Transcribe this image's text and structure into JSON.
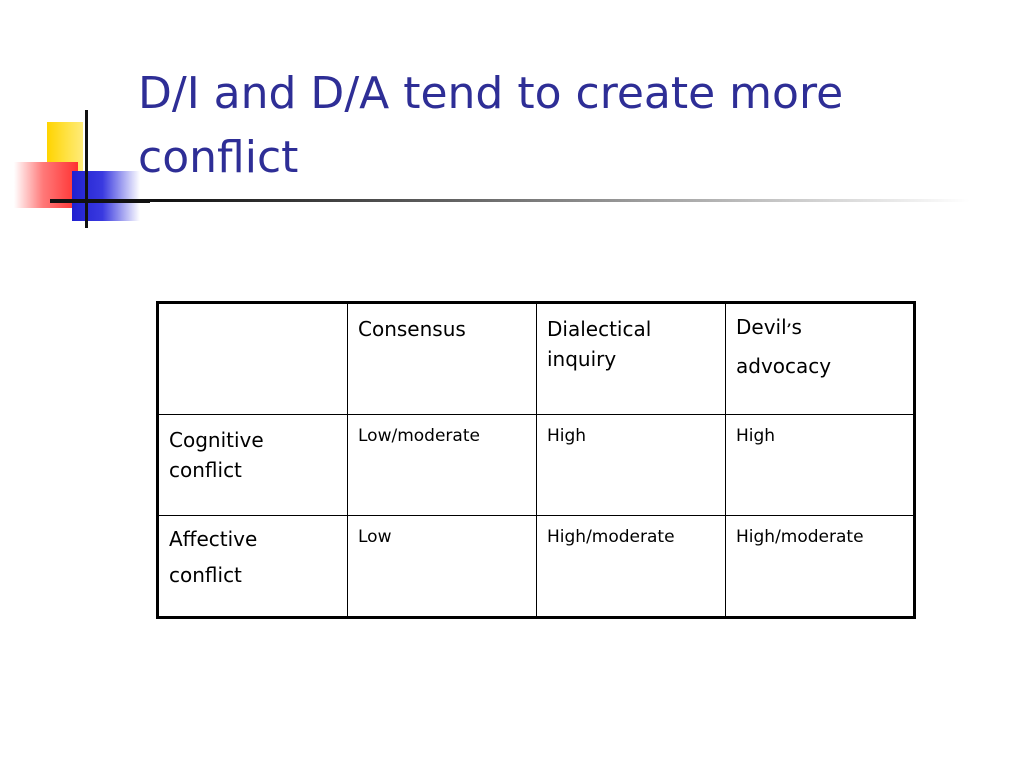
{
  "slide": {
    "title": "D/I and D/A tend to create more conflict"
  },
  "table": {
    "headers": [
      "",
      "Consensus",
      "Dialectical inquiry",
      "Devil’s advocacy"
    ],
    "header_devil": {
      "part1": "Devil",
      "apostrophe": "’",
      "part2": "s",
      "line2": "advocacy"
    },
    "rows": [
      {
        "label": "Cognitive conflict",
        "values": [
          "Low/moderate",
          "High",
          "High"
        ]
      },
      {
        "label_line1": "Affective",
        "label_line2": "conflict",
        "values": [
          "Low",
          "High/moderate",
          "High/moderate"
        ]
      }
    ]
  },
  "colors": {
    "title": "#2e2e96",
    "logo_yellow": "#ffd400",
    "logo_red": "#ff3030",
    "logo_blue": "#2020d0"
  },
  "icons": {
    "logo": "crosshair-color-squares-icon"
  }
}
